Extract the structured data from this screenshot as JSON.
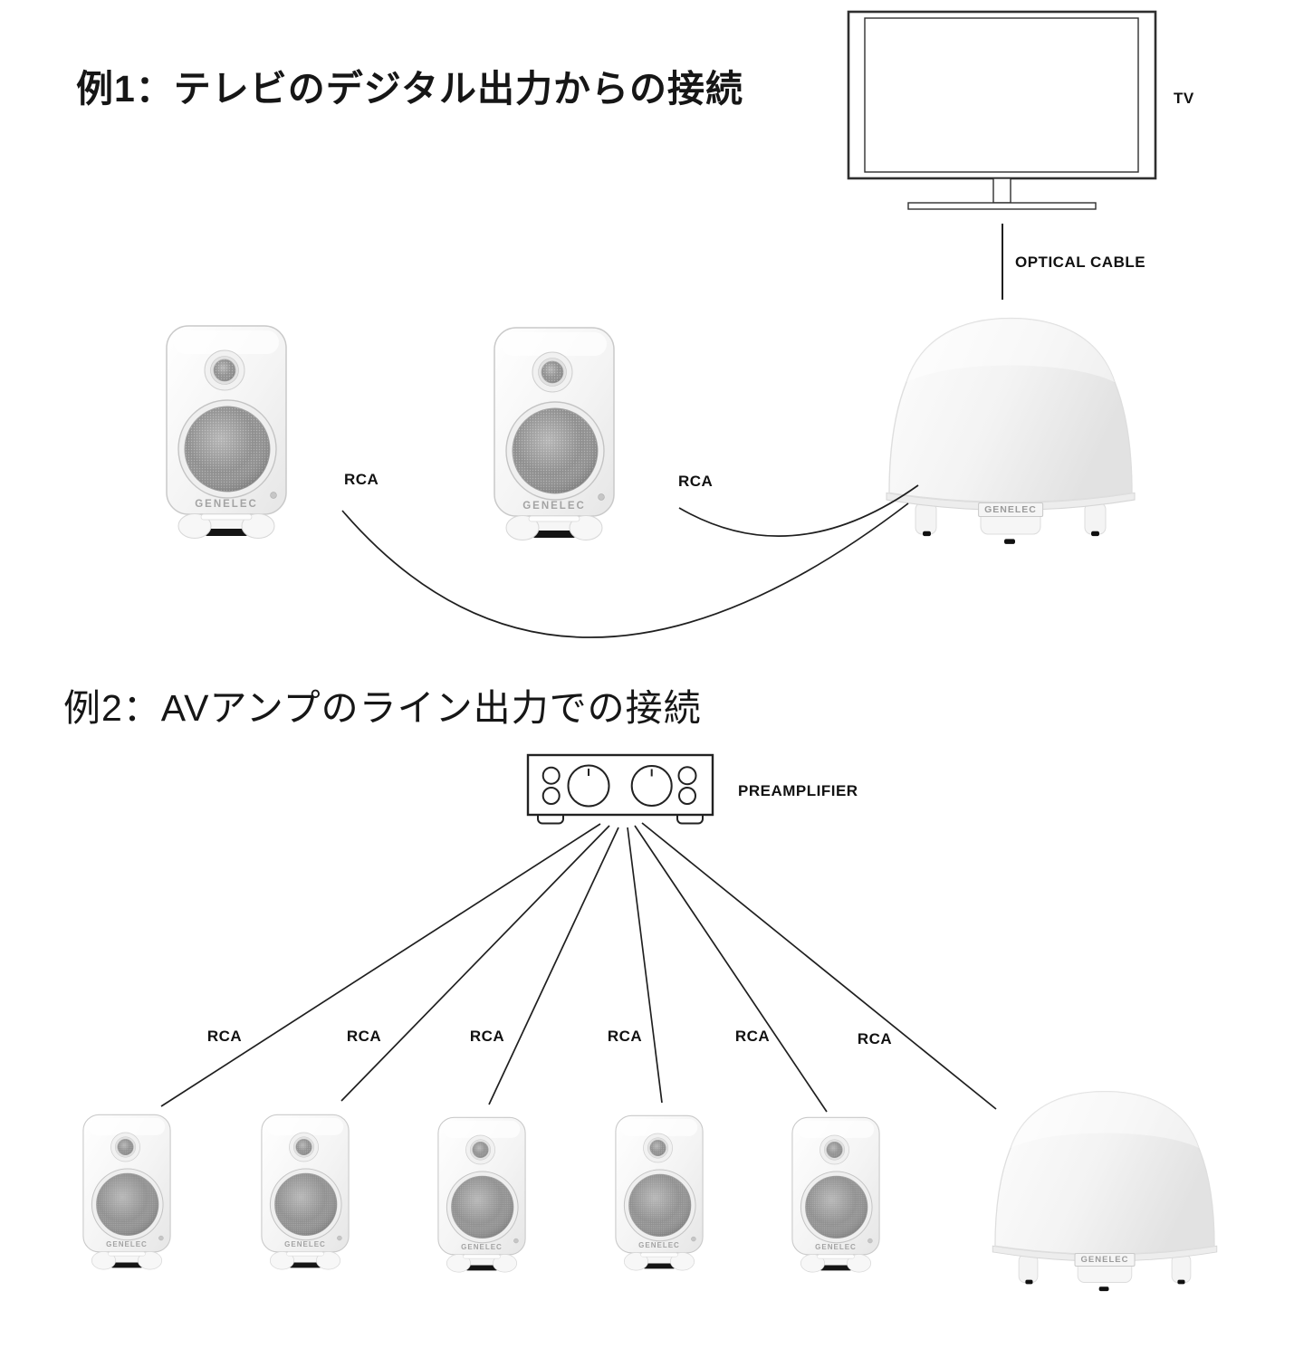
{
  "brand": "GENELEC",
  "example1": {
    "title": "例1：テレビのデジタル出力からの接続",
    "tv_label": "TV",
    "optical_cable_label": "OPTICAL CABLE",
    "rca_labels": [
      "RCA",
      "RCA"
    ]
  },
  "example2": {
    "title": "例2：AVアンプのライン出力での接続",
    "preamplifier_label": "PREAMPLIFIER",
    "rca_labels": [
      "RCA",
      "RCA",
      "RCA",
      "RCA",
      "RCA",
      "RCA"
    ]
  },
  "colors": {
    "line": "#1f1f1f",
    "outline": "#2f2f2f",
    "grille": "#939393",
    "body_white": "#f7f7f7"
  }
}
